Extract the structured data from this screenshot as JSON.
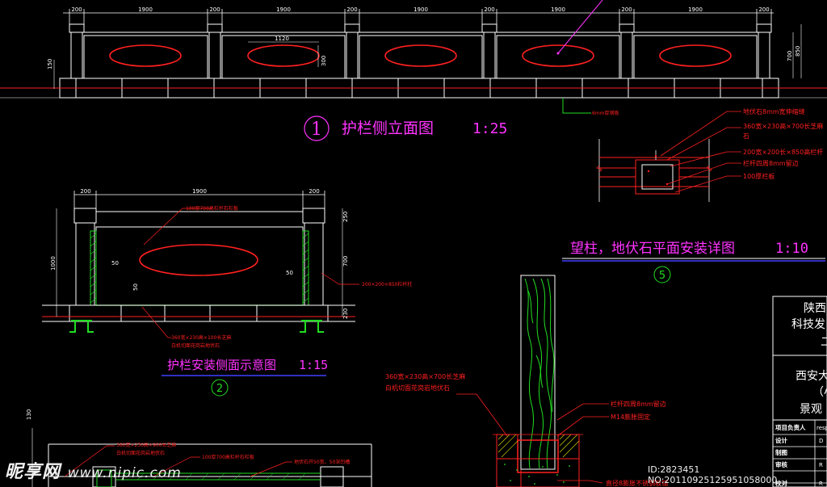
{
  "titles": {
    "elevation_num": "1",
    "elevation_title": "护栏侧立面图",
    "elevation_scale": "1:25",
    "detail_title": "望柱，地伏石平面安装详图",
    "detail_scale": "1:10",
    "detail_num": "5",
    "section_title": "护栏安装侧面示意图",
    "section_scale": "1:15",
    "section_num": "2"
  },
  "elevation_dims": {
    "top": [
      "200",
      "1900",
      "200",
      "1900",
      "200",
      "1900",
      "200",
      "1900",
      "200",
      "1900",
      "200"
    ],
    "oval_width": "1120",
    "oval_height": "300",
    "left_height": "150",
    "right_a": "700",
    "right_b": "850"
  },
  "elevation_notes": {
    "leader": "6mm厚钢板"
  },
  "detail_notes": [
    "地伏石8mm宽伸缩缝",
    "360宽×230高×700长芝麻",
    "石",
    "200宽×200长×850高栏杆",
    "栏杆四周8mm留边",
    "100厚栏板"
  ],
  "section_dims": {
    "top": [
      "200",
      "1900",
      "200"
    ],
    "left": "1000",
    "right_top": "250",
    "right_mid": "700",
    "right_bot": "230",
    "inner_a": "50",
    "inner_b": "50",
    "inner_c": "50"
  },
  "section_notes": {
    "panel": "100厚700高栏杆石栏板",
    "post": "200×200×850栏杆柱",
    "base_1": "360宽×230高×100长芝麻",
    "base_2": "白机切面花岗岩地伏石"
  },
  "post_notes": {
    "left_1": "360宽×230高×700长芝麻",
    "left_2": "白机切面花岗岩地伏石",
    "right_1": "栏杆四周8mm留边",
    "right_2": "M14膨胀固定",
    "bottom": "直径8膨胀不锈钢板锚"
  },
  "plan_notes": {
    "a": "360宽×230高×900长芝麻",
    "b": "白机切面花岗岩地伏石",
    "c": "100厚700高栏杆石栏板",
    "d": "地伏石开50宽、50深凹槽"
  },
  "title_block": {
    "org_1": "陕西",
    "org_2": "科技发",
    "org_3": "二",
    "proj_1": "西安大",
    "proj_2": "（小",
    "proj_3": "景观",
    "row1_label": "项目负责人",
    "row1_val": "resp",
    "row2_label": "设计",
    "row2_val": "D",
    "row3_label": "制图",
    "row3_val": "",
    "row4_label": "审核",
    "row4_val": "R",
    "row5_label": "校对",
    "row5_val": "R"
  },
  "watermark": {
    "brand": "昵享网",
    "url": "www.nipic.com",
    "id": "ID:2823451 NO:20110925125951058000"
  },
  "colors": {
    "line": "#ffffff",
    "red": "#ff2020",
    "magenta": "#ff33ff",
    "green": "#22dd22",
    "blue": "#4040ff",
    "cyan": "#33cccc",
    "yellow": "#e0e000"
  }
}
